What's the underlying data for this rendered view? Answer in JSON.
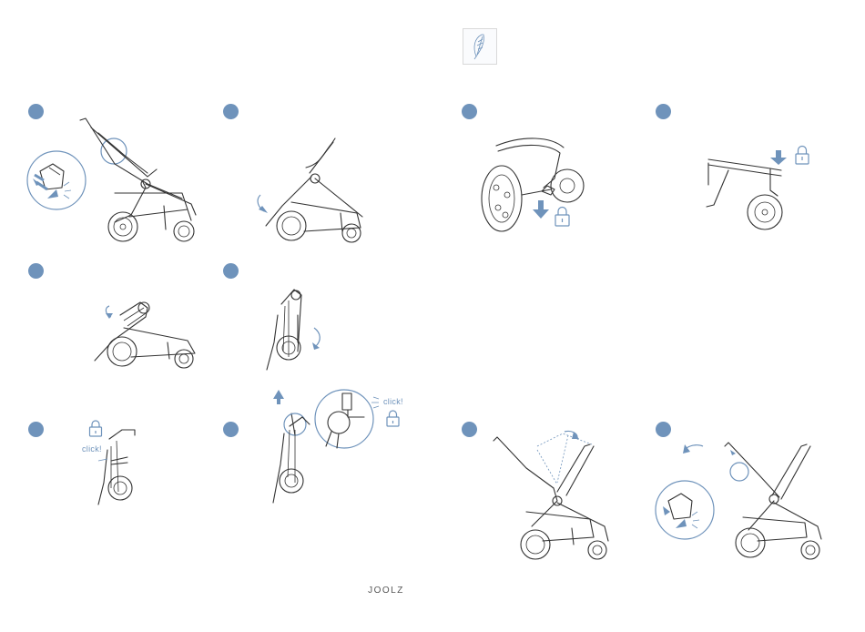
{
  "document": {
    "brand": "JOOLZ",
    "left_panel": {
      "steps": [
        {
          "id": 1,
          "label": ""
        },
        {
          "id": 2,
          "label": ""
        },
        {
          "id": 3,
          "label": ""
        },
        {
          "id": 4,
          "label": ""
        },
        {
          "id": 5,
          "label": ""
        },
        {
          "id": 6,
          "label": ""
        }
      ],
      "step5_click_label": "click!",
      "step6_click_label": "click!"
    },
    "right_panel": {
      "steps": [
        {
          "id": 1,
          "label": ""
        },
        {
          "id": 2,
          "label": ""
        },
        {
          "id": 3,
          "label": ""
        },
        {
          "id": 4,
          "label": ""
        }
      ]
    },
    "icons": {
      "step_badge": "filled-circle",
      "lock": "padlock-icon",
      "arrow": "arrow-icon",
      "logo": "joolz-feather-logo"
    },
    "colors": {
      "accent": "#6f93bb",
      "line": "#333333"
    }
  }
}
